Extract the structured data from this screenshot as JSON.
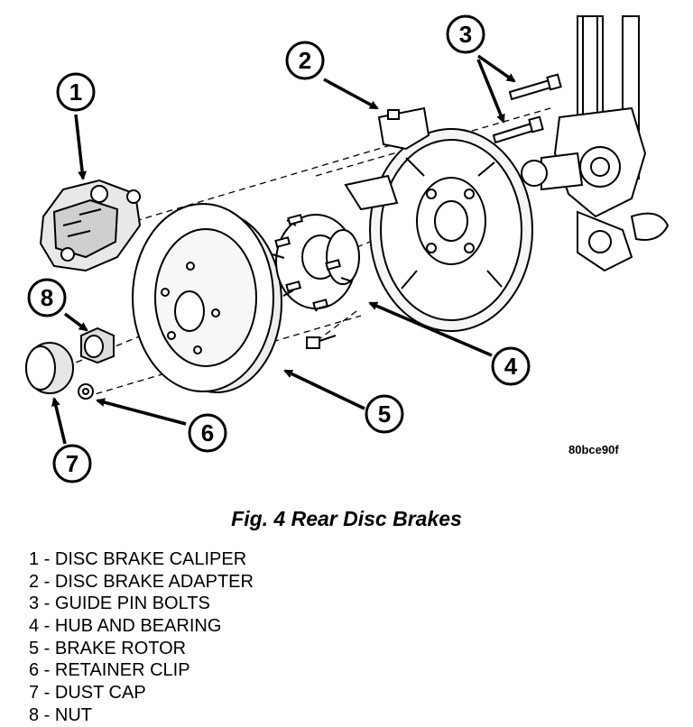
{
  "figure": {
    "image_code": "80bce90f",
    "caption": "Fig. 4 Rear Disc Brakes"
  },
  "callouts": [
    "1",
    "2",
    "3",
    "4",
    "5",
    "6",
    "7",
    "8"
  ],
  "legend": [
    "1 - DISC BRAKE CALIPER",
    "2 - DISC BRAKE ADAPTER",
    "3 - GUIDE PIN BOLTS",
    "4 - HUB AND BEARING",
    "5 - BRAKE ROTOR",
    "6 - RETAINER CLIP",
    "7 - DUST CAP",
    "8 - NUT"
  ]
}
